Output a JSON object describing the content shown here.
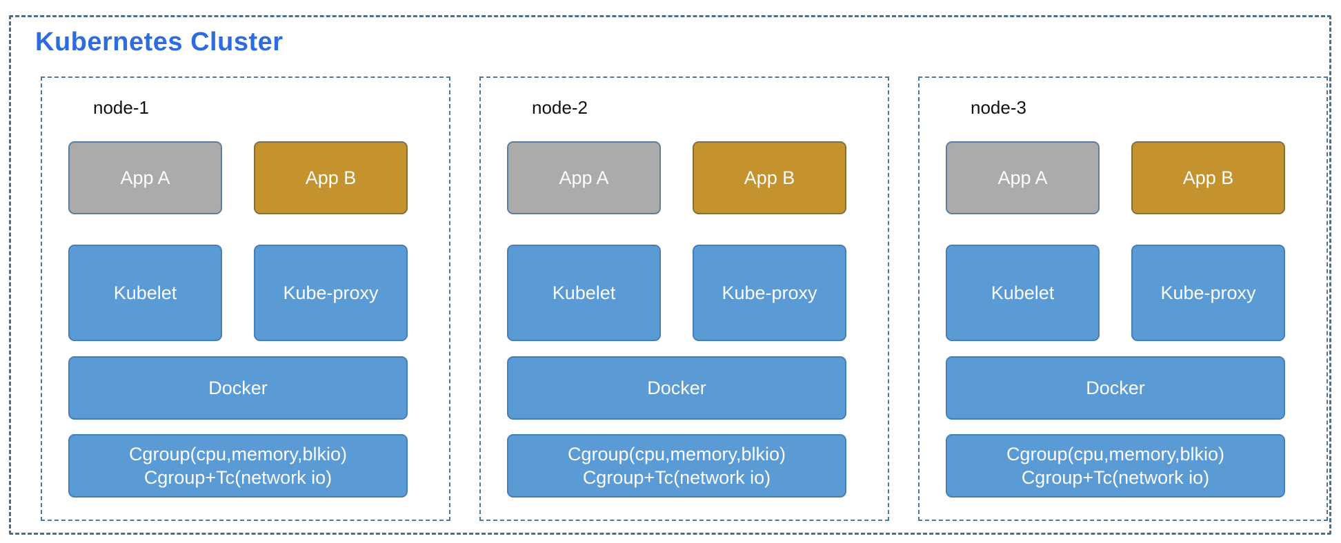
{
  "diagram": {
    "title": "Kubernetes Cluster",
    "colors": {
      "title_blue": "#2d6ce0",
      "cluster_border": "#4a6d8c",
      "node_border": "#4e7698",
      "box_blue": "#5b9bd5",
      "box_gray": "#ababab",
      "box_gold": "#c5932d",
      "box_text": "#fdfdfd",
      "node_label_text": "#111111"
    },
    "nodes": [
      {
        "label": "node-1",
        "app_a": "App A",
        "app_b": "App B",
        "kubelet": "Kubelet",
        "kube_proxy": "Kube-proxy",
        "docker": "Docker",
        "cgroup_line1": "Cgroup(cpu,memory,blkio)",
        "cgroup_line2": "Cgroup+Tc(network io)"
      },
      {
        "label": "node-2",
        "app_a": "App A",
        "app_b": "App B",
        "kubelet": "Kubelet",
        "kube_proxy": "Kube-proxy",
        "docker": "Docker",
        "cgroup_line1": "Cgroup(cpu,memory,blkio)",
        "cgroup_line2": "Cgroup+Tc(network io)"
      },
      {
        "label": "node-3",
        "app_a": "App A",
        "app_b": "App B",
        "kubelet": "Kubelet",
        "kube_proxy": "Kube-proxy",
        "docker": "Docker",
        "cgroup_line1": "Cgroup(cpu,memory,blkio)",
        "cgroup_line2": "Cgroup+Tc(network io)"
      }
    ]
  }
}
